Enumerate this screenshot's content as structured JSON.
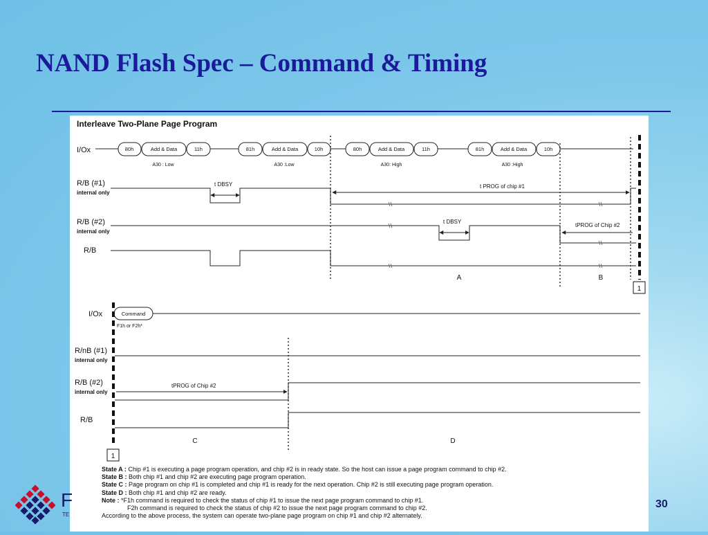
{
  "slide": {
    "title": "NAND Flash Spec – Command & Timing",
    "page_number": "30",
    "logo_text": "F",
    "logo_sub": "TE"
  },
  "diagram_top": {
    "heading": "Interleave Two-Plane Page Program",
    "io_label": "I/Ox",
    "cmd_80h": "80h",
    "cmd_add_data": "Add & Data",
    "cmd_11h": "11h",
    "cmd_81h": "81h",
    "cmd_10h": "10h",
    "a30_low": "A30 : Low",
    "a30_low2": "A30 :Low",
    "a30_high": "A30: High",
    "a30_high2": "A30 :High",
    "rb1_label": "R/B (#1)",
    "rb2_label": "R/B (#2)",
    "rb_label": "R/B",
    "internal_only": "internal only",
    "tdbsy": "t DBSY",
    "tprog1": "t PROG of chip #1",
    "tprog2": "tPROG of Chip #2",
    "state_a": "A",
    "state_b": "B",
    "marker": "1"
  },
  "diagram_bottom": {
    "io_label": "I/Ox",
    "command": "Command",
    "f1h_f2h": "F1h or F2h*",
    "rnb1_label": "R/nB (#1)",
    "rb2_label": "R/B (#2)",
    "rb_label": "R/B",
    "internal_only": "internal only",
    "tprog2": "tPROG of Chip #2",
    "state_c": "C",
    "state_d": "D",
    "marker": "1"
  },
  "notes": {
    "state_a_label": "State A :",
    "state_a_text": "Chip #1 is executing a page program operation, and chip #2 is in ready state. So the host can issue a page program command to chip #2.",
    "state_b_label": "State B :",
    "state_b_text": "Both chip #1 and chip #2 are executing page program operation.",
    "state_c_label": "State C :",
    "state_c_text": "Page program on chip #1 is completed and chip #1 is ready for the next operation. Chip #2 is still executing page program operation.",
    "state_d_label": "State D :",
    "state_d_text": "Both chip #1 and chip #2 are ready.",
    "note_label": "Note :",
    "note_text1": "*F1h command is required to check the status of chip #1 to issue the next page program command to chip #1.",
    "note_text2": "F2h command is required to check the status of chip #2 to issue the next page program command to chip #2.",
    "conclusion": "According to the above process, the system can operate two-plane page program on chip #1 and chip #2 alternately."
  },
  "colors": {
    "title": "#1a1a9a",
    "line": "#222222"
  }
}
